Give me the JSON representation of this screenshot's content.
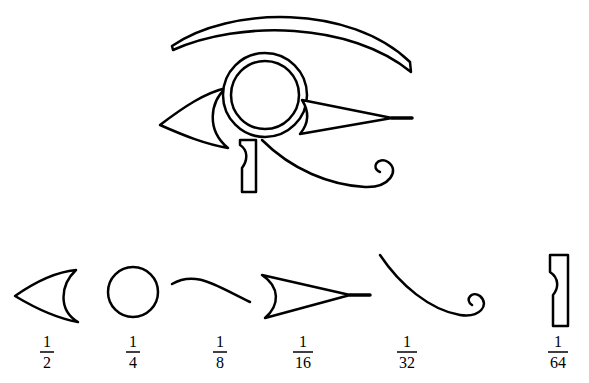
{
  "diagram": {
    "labels": [
      "1",
      "2",
      "1",
      "4",
      "1",
      "8",
      "1",
      "16",
      "1",
      "32",
      "1",
      "64"
    ]
  }
}
